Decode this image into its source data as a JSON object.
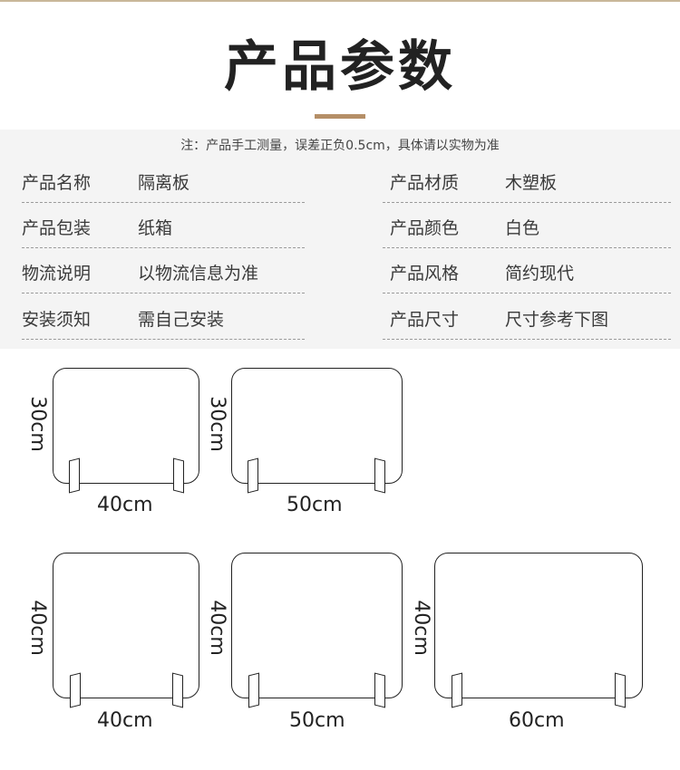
{
  "title": "产品参数",
  "note": "注：产品手工测量，误差正负0.5cm，具体请以实物为准",
  "params_left": [
    {
      "key": "产品名称",
      "value": "隔离板"
    },
    {
      "key": "产品包装",
      "value": "纸箱"
    },
    {
      "key": "物流说明",
      "value": "以物流信息为准"
    },
    {
      "key": "安装须知",
      "value": "需自己安装"
    }
  ],
  "params_right": [
    {
      "key": "产品材质",
      "value": "木塑板"
    },
    {
      "key": "产品颜色",
      "value": "白色"
    },
    {
      "key": "产品风格",
      "value": "简约现代"
    },
    {
      "key": "产品尺寸",
      "value": "尺寸参考下图"
    }
  ],
  "sizes": [
    {
      "height": "30cm",
      "width": "40cm"
    },
    {
      "height": "30cm",
      "width": "50cm"
    },
    {
      "height": "40cm",
      "width": "40cm"
    },
    {
      "height": "40cm",
      "width": "50cm"
    },
    {
      "height": "40cm",
      "width": "60cm"
    }
  ]
}
